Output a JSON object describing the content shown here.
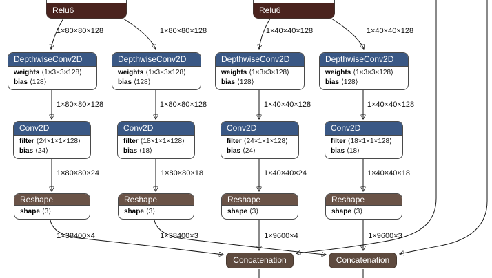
{
  "colors": {
    "layer_header_blue": "#3a5885",
    "activation_maroon": "#4a231e",
    "reshape_brown": "#6a5347",
    "concat_brown": "#5e4a3e",
    "node_border": "#4a4a4a",
    "edge_line": "#161616",
    "background": "#ffffff"
  },
  "nodes": {
    "relu": [
      {
        "title": "Relu6"
      },
      {
        "title": "Relu6"
      }
    ],
    "depthwise": [
      {
        "title": "DepthwiseConv2D",
        "params": [
          {
            "name": "weights",
            "value": "⟨1×3×3×128⟩"
          },
          {
            "name": "bias",
            "value": "⟨128⟩"
          }
        ]
      },
      {
        "title": "DepthwiseConv2D",
        "params": [
          {
            "name": "weights",
            "value": "⟨1×3×3×128⟩"
          },
          {
            "name": "bias",
            "value": "⟨128⟩"
          }
        ]
      },
      {
        "title": "DepthwiseConv2D",
        "params": [
          {
            "name": "weights",
            "value": "⟨1×3×3×128⟩"
          },
          {
            "name": "bias",
            "value": "⟨128⟩"
          }
        ]
      },
      {
        "title": "DepthwiseConv2D",
        "params": [
          {
            "name": "weights",
            "value": "⟨1×3×3×128⟩"
          },
          {
            "name": "bias",
            "value": "⟨128⟩"
          }
        ]
      }
    ],
    "conv": [
      {
        "title": "Conv2D",
        "params": [
          {
            "name": "filter",
            "value": "⟨24×1×1×128⟩"
          },
          {
            "name": "bias",
            "value": "⟨24⟩"
          }
        ]
      },
      {
        "title": "Conv2D",
        "params": [
          {
            "name": "filter",
            "value": "⟨18×1×1×128⟩"
          },
          {
            "name": "bias",
            "value": "⟨18⟩"
          }
        ]
      },
      {
        "title": "Conv2D",
        "params": [
          {
            "name": "filter",
            "value": "⟨24×1×1×128⟩"
          },
          {
            "name": "bias",
            "value": "⟨24⟩"
          }
        ]
      },
      {
        "title": "Conv2D",
        "params": [
          {
            "name": "filter",
            "value": "⟨18×1×1×128⟩"
          },
          {
            "name": "bias",
            "value": "⟨18⟩"
          }
        ]
      }
    ],
    "reshape": [
      {
        "title": "Reshape",
        "params": [
          {
            "name": "shape",
            "value": "⟨3⟩"
          }
        ]
      },
      {
        "title": "Reshape",
        "params": [
          {
            "name": "shape",
            "value": "⟨3⟩"
          }
        ]
      },
      {
        "title": "Reshape",
        "params": [
          {
            "name": "shape",
            "value": "⟨3⟩"
          }
        ]
      },
      {
        "title": "Reshape",
        "params": [
          {
            "name": "shape",
            "value": "⟨3⟩"
          }
        ]
      }
    ],
    "concat": [
      {
        "title": "Concatenation"
      },
      {
        "title": "Concatenation"
      }
    ]
  },
  "tensor_labels": {
    "relu_to_dw": [
      "1×80×80×128",
      "1×80×80×128",
      "1×40×40×128",
      "1×40×40×128"
    ],
    "dw_to_conv": [
      "1×80×80×128",
      "1×80×80×128",
      "1×40×40×128",
      "1×40×40×128"
    ],
    "conv_to_reshape": [
      "1×80×80×24",
      "1×80×80×18",
      "1×40×40×24",
      "1×40×40×18"
    ],
    "reshape_to_concat": [
      "1×38400×4",
      "1×38400×3",
      "1×9600×4",
      "1×9600×3"
    ]
  }
}
